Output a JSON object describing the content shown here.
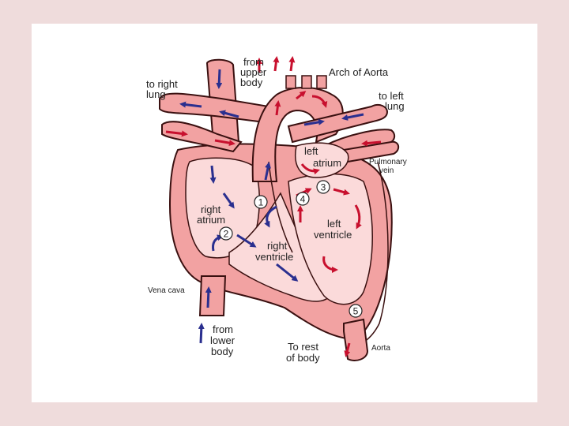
{
  "labels": {
    "to_right_lung": [
      "to right",
      "lung"
    ],
    "from_upper_body": [
      "from",
      "upper",
      "body"
    ],
    "arch_of_aorta": "Arch of Aorta",
    "to_left_lung": [
      "to left",
      "lung"
    ],
    "left_atrium": [
      "left",
      "atrium"
    ],
    "pulmonary_vein": [
      "Pulmonary",
      "vein"
    ],
    "right_atrium": [
      "right",
      "atrium"
    ],
    "left_ventricle": [
      "left",
      "ventricle"
    ],
    "right_ventricle": [
      "right",
      "ventricle"
    ],
    "vena_cava": "Vena cava",
    "from_lower_body": [
      "from",
      "lower",
      "body"
    ],
    "to_rest_of_body": [
      "To rest",
      "of body"
    ],
    "aorta": "Aorta"
  },
  "valves": [
    "1",
    "2",
    "3",
    "4",
    "5"
  ],
  "colors": {
    "background": "#efdcdc",
    "tissue": "#f2a2a2",
    "tissue_light": "#fbdada",
    "outline": "#3a1010",
    "blue_arrow": "#2a2f8f",
    "red_arrow": "#c8102e"
  }
}
